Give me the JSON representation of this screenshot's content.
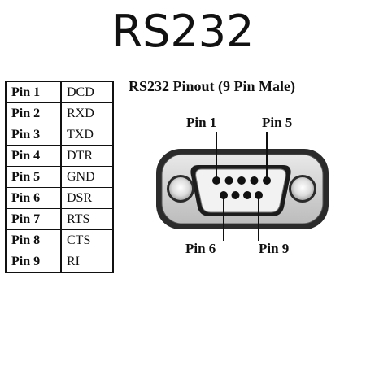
{
  "title": "RS232",
  "diagram_title": "RS232 Pinout (9 Pin Male)",
  "pinout": [
    {
      "pin": "Pin 1",
      "signal": "DCD"
    },
    {
      "pin": "Pin 2",
      "signal": "RXD"
    },
    {
      "pin": "Pin 3",
      "signal": "TXD"
    },
    {
      "pin": "Pin 4",
      "signal": "DTR"
    },
    {
      "pin": "Pin 5",
      "signal": "GND"
    },
    {
      "pin": "Pin 6",
      "signal": "DSR"
    },
    {
      "pin": "Pin 7",
      "signal": "RTS"
    },
    {
      "pin": "Pin 8",
      "signal": "CTS"
    },
    {
      "pin": "Pin 9",
      "signal": "RI"
    }
  ],
  "connector_labels": {
    "pin1": "Pin 1",
    "pin5": "Pin 5",
    "pin6": "Pin 6",
    "pin9": "Pin 9"
  }
}
